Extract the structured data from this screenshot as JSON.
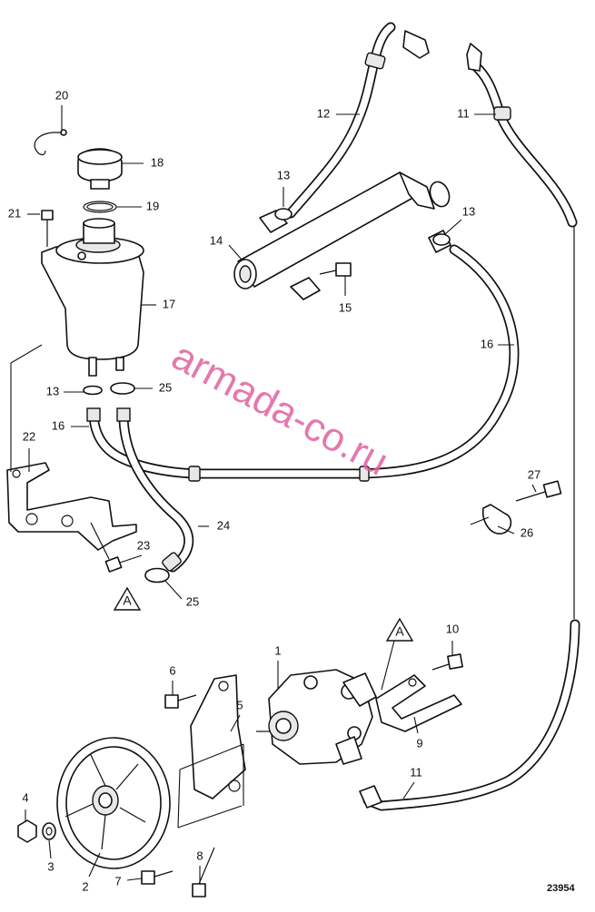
{
  "diagram": {
    "reference_number": "23954",
    "watermark": "armada-co.ru",
    "connection_markers": [
      {
        "id": "marker-top",
        "label": "A"
      },
      {
        "id": "marker-bottom",
        "label": "A"
      }
    ],
    "callouts": {
      "c1": "1",
      "c2": "2",
      "c3": "3",
      "c4": "4",
      "c5": "5",
      "c6": "6",
      "c7": "7",
      "c8": "8",
      "c9": "9",
      "c10": "10",
      "c11a": "11",
      "c11b": "11",
      "c12": "12",
      "c13a": "13",
      "c13b": "13",
      "c13c": "13",
      "c14": "14",
      "c15": "15",
      "c16a": "16",
      "c16b": "16",
      "c17": "17",
      "c18": "18",
      "c19": "19",
      "c20": "20",
      "c21": "21",
      "c22": "22",
      "c23": "23",
      "c24": "24",
      "c25a": "25",
      "c25b": "25",
      "c26": "26",
      "c27": "27"
    }
  }
}
